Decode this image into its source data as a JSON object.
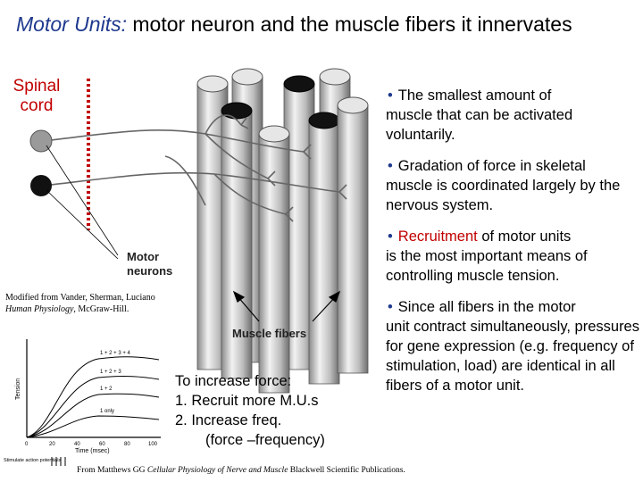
{
  "title": {
    "lead": "Motor Units:",
    "rest": "motor neuron and the muscle fibers it innervates"
  },
  "spinal_cord": {
    "line1": "Spinal",
    "line2": "cord"
  },
  "diagram_labels": {
    "motor": "Motor",
    "neurons": "neurons",
    "muscle_fibers": "Muscle fibers"
  },
  "credit_figure": {
    "line1": "Modified from Vander, Sherman, Luciano",
    "book": "Human Physiology",
    "publisher": ", McGraw-Hill."
  },
  "bullets": [
    {
      "first": "The smallest amount of",
      "rest": "muscle that can be activated voluntarily."
    },
    {
      "first": "Gradation of force in skeletal",
      "rest": "muscle is coordinated largely by the nervous system."
    },
    {
      "first_red": "Recruitment",
      "first": " of motor units",
      "rest": "is the most important means of controlling muscle tension."
    },
    {
      "first": "Since all fibers in the motor",
      "rest": "unit contract simultaneously, pressures for gene expression (e.g. frequency of stimulation, load) are identical in all fibers of a motor unit."
    }
  ],
  "increase_force": {
    "heading": "To increase force:",
    "item1": "1.   Recruit more M.U.s",
    "item2": "2.   Increase freq.",
    "item3": "(force –frequency)"
  },
  "graph": {
    "ylabel": "Tension",
    "xlabel": "Time (msec)",
    "x_ticks": [
      "0",
      "20",
      "40",
      "60",
      "80",
      "100"
    ],
    "curve_labels": [
      "1 + 2 + 3 + 4",
      "1 + 2 + 3",
      "1 + 2",
      "1 only"
    ],
    "stimulus": "Stimulate action potentials"
  },
  "credit_bottom": {
    "pre": "From Matthews GG ",
    "book": "Cellular Physiology of Nerve and Muscle",
    "post": " Blackwell Scientific Publications."
  }
}
